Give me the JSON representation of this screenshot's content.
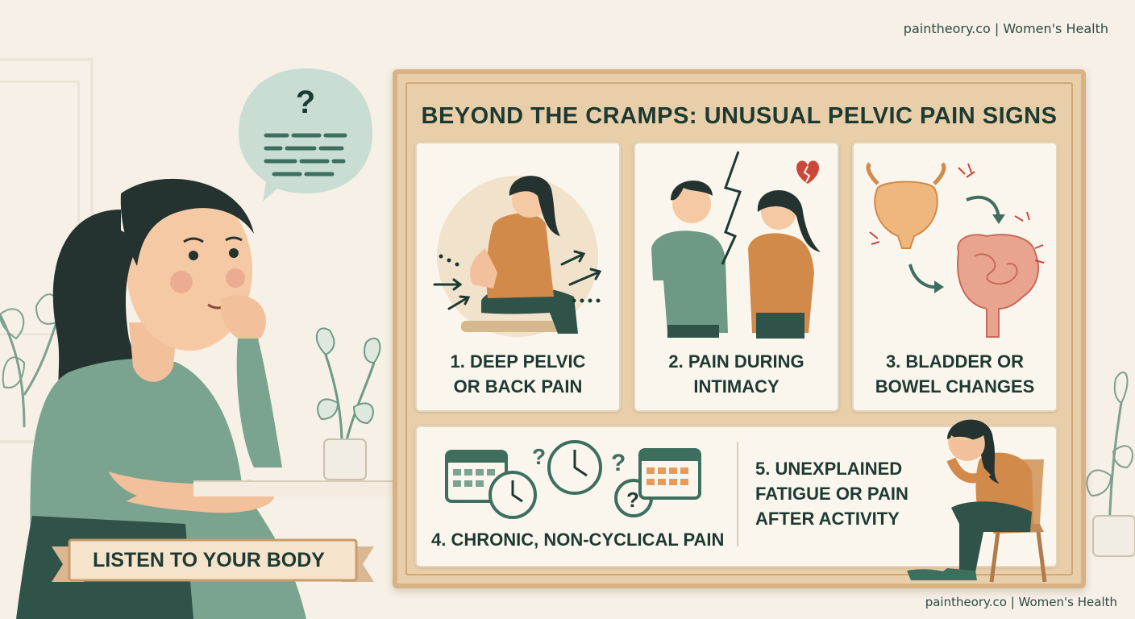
{
  "brand": {
    "site": "paintheory.co",
    "separator": "|",
    "section": "Women's Health",
    "full": "paintheory.co | Women's Health"
  },
  "infographic": {
    "title": "BEYOND THE CRAMPS: UNUSUAL PELVIC PAIN SIGNS",
    "signs": [
      {
        "line1": "1. DEEP PELVIC",
        "line2": "OR BACK PAIN"
      },
      {
        "line1": "2. PAIN DURING",
        "line2": "INTIMACY"
      },
      {
        "line1": "3. BLADDER OR",
        "line2": "BOWEL CHANGES"
      },
      {
        "line1": "4. CHRONIC, NON-CYCLICAL PAIN"
      },
      {
        "line1": "5. UNEXPLAINED",
        "line2": "FATIGUE OR PAIN",
        "line3": "AFTER ACTIVITY"
      }
    ]
  },
  "banner": {
    "text": "LISTEN TO YOUR BODY"
  },
  "speech_bubble": {
    "symbol": "?"
  },
  "colors": {
    "teal": "#6e9a85",
    "orange": "#d28a4a",
    "board": "#e9cfa9",
    "ink": "#1d3a32",
    "skin": "#f2c09a",
    "hair": "#243330"
  }
}
